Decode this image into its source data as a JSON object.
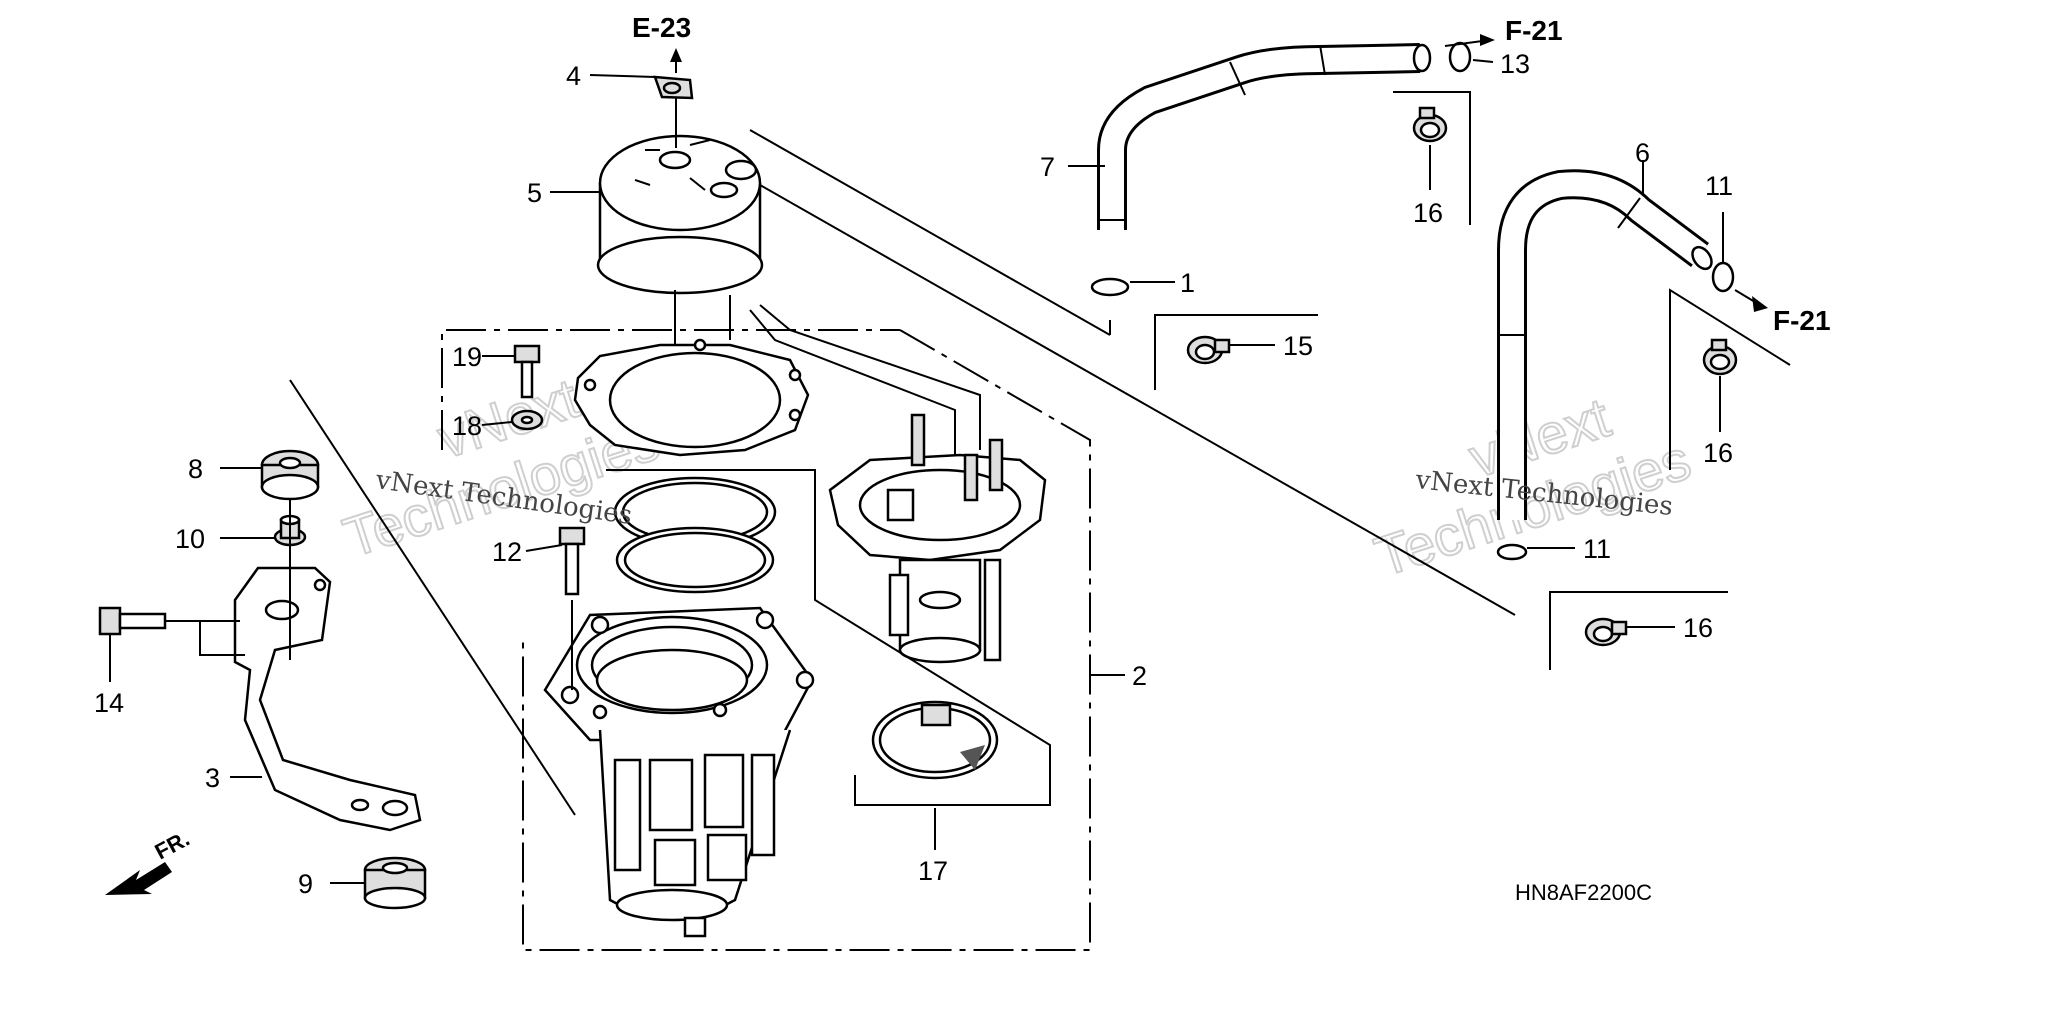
{
  "diagram_code": "HN8AF2200C",
  "front_marker": "FR.",
  "watermark": {
    "small_text": "vNext Technologies",
    "big_line1": "vNext",
    "big_line2": "Technologies"
  },
  "refs": {
    "e23": "E-23",
    "f21_top": "F-21",
    "f21_right": "F-21"
  },
  "callouts": {
    "c1": "1",
    "c2": "2",
    "c3": "3",
    "c4": "4",
    "c5": "5",
    "c6": "6",
    "c7": "7",
    "c8": "8",
    "c9": "9",
    "c10": "10",
    "c11a": "11",
    "c11b": "11",
    "c12": "12",
    "c13": "13",
    "c14": "14",
    "c15": "15",
    "c16a": "16",
    "c16b": "16",
    "c16c": "16",
    "c17": "17",
    "c18": "18",
    "c19": "19"
  }
}
